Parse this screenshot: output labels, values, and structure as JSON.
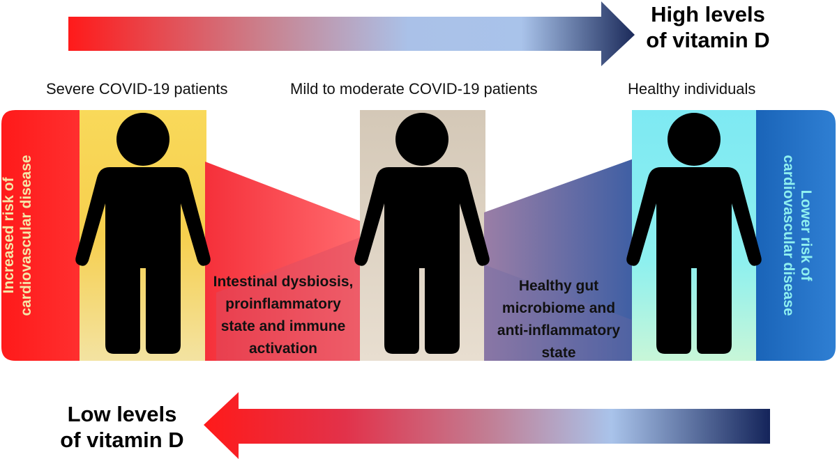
{
  "top_arrow": {
    "label_lines": [
      "High levels",
      "of vitamin D"
    ]
  },
  "bottom_arrow": {
    "label_lines": [
      "Low levels",
      "of vitamin D"
    ]
  },
  "groups": [
    {
      "label": "Severe COVID-19 patients"
    },
    {
      "label": "Mild to moderate COVID-19 patients"
    },
    {
      "label": "Healthy individuals"
    }
  ],
  "left_risk": {
    "lines": [
      "Increased risk of",
      "cardiovascular disease"
    ]
  },
  "right_risk": {
    "lines": [
      "Lower risk of",
      "cardiovascular disease"
    ]
  },
  "left_mechanism": {
    "lines": [
      "Intestinal dysbiosis,",
      "proinflammatory",
      "state and immune",
      "activation"
    ]
  },
  "right_mechanism": {
    "lines": [
      "Healthy gut",
      "microbiome and",
      "anti-inflammatory",
      "state"
    ]
  },
  "colors": {
    "red": "#ff1a1a",
    "navy": "#1b2a5a",
    "light_blue": "#a9c3ea",
    "yellow": "#f7d24a",
    "beige": "#ddd2c2",
    "cyan": "#86ecf2",
    "blue": "#1f6fc4"
  }
}
